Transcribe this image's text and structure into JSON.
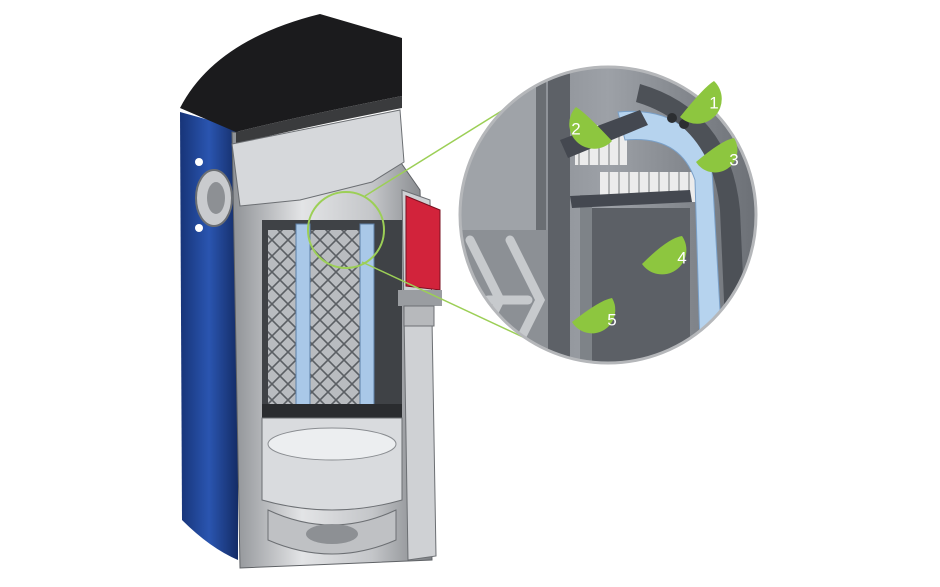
{
  "callouts": [
    {
      "id": "callout-1",
      "label": "1"
    },
    {
      "id": "callout-2",
      "label": "2"
    },
    {
      "id": "callout-3",
      "label": "3"
    },
    {
      "id": "callout-4",
      "label": "4"
    },
    {
      "id": "callout-5",
      "label": "5"
    }
  ],
  "colors": {
    "callout_green": "#8dc63f",
    "housing_blue": "#1f3f8f",
    "cap_black": "#1a1a1a",
    "body_grey": "#c8cacd",
    "pin_red": "#d2233b",
    "zoom_line_green": "#9ccf56"
  }
}
